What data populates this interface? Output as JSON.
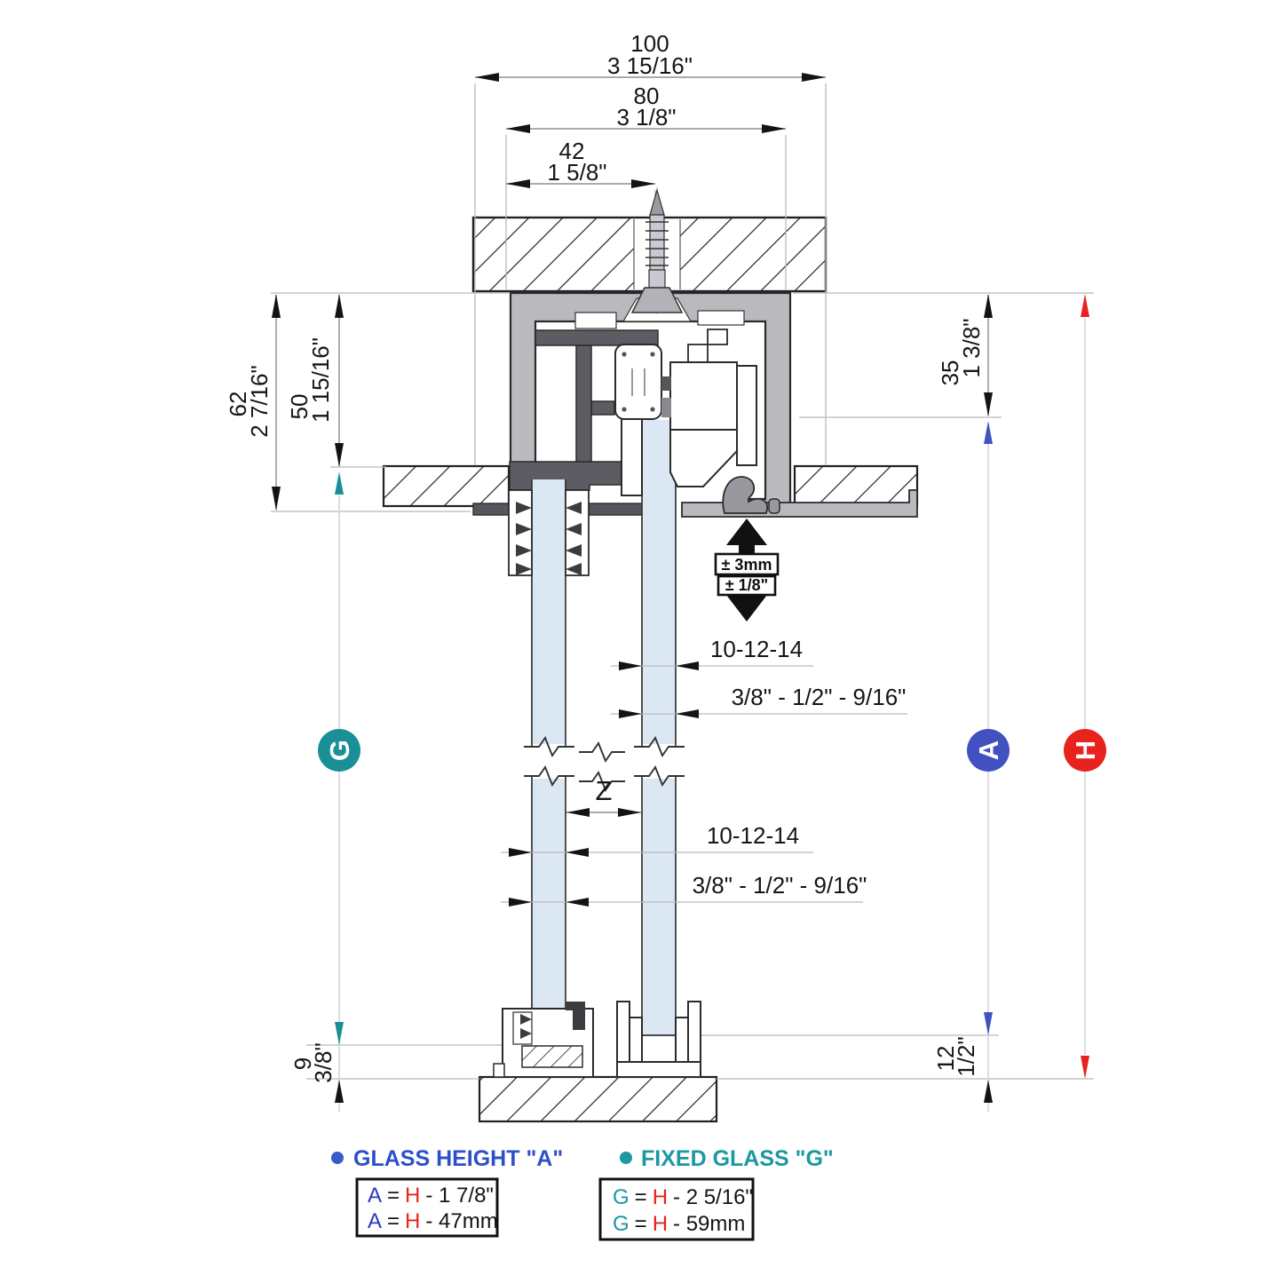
{
  "dims": {
    "w100": {
      "mm": "100",
      "inch": "3 15/16\""
    },
    "w80": {
      "mm": "80",
      "inch": "3 1/8\""
    },
    "w42": {
      "mm": "42",
      "inch": "1 5/8\""
    },
    "h62": {
      "mm": "62",
      "inch": "2 7/16\""
    },
    "h50": {
      "mm": "50",
      "inch": "1 15/16\""
    },
    "h35": {
      "mm": "35",
      "inch": "1 3/8\""
    },
    "h9": {
      "mm": "9",
      "inch": "3/8\""
    },
    "h12": {
      "mm": "12",
      "inch": "1/2\""
    },
    "z": "Z"
  },
  "adjust": {
    "mm": "± 3mm",
    "inch": "± 1/8\""
  },
  "thickness": {
    "mm": "10-12-14",
    "inch": "3/8\" - 1/2\" - 9/16\""
  },
  "markers": {
    "g": "G",
    "a": "A",
    "h": "H"
  },
  "legend": {
    "a": {
      "title": "GLASS HEIGHT \"A\"",
      "rows": [
        {
          "v": "A",
          "eq": "=",
          "h": "H",
          "rest": "- 1 7/8\""
        },
        {
          "v": "A",
          "eq": "=",
          "h": "H",
          "rest": "- 47mm"
        }
      ]
    },
    "g": {
      "title": "FIXED GLASS \"G\"",
      "rows": [
        {
          "v": "G",
          "eq": "=",
          "h": "H",
          "rest": "- 2 5/16\""
        },
        {
          "v": "G",
          "eq": "=",
          "h": "H",
          "rest": "- 59mm"
        }
      ]
    }
  },
  "colors": {
    "teal": "#1b8f96",
    "blue": "#4152c0",
    "red": "#e8221c",
    "glass": "#dbe8f3",
    "profile": "#bab9be",
    "profile_dark": "#5c5c62",
    "legend_blue": "#2d4fc8"
  }
}
